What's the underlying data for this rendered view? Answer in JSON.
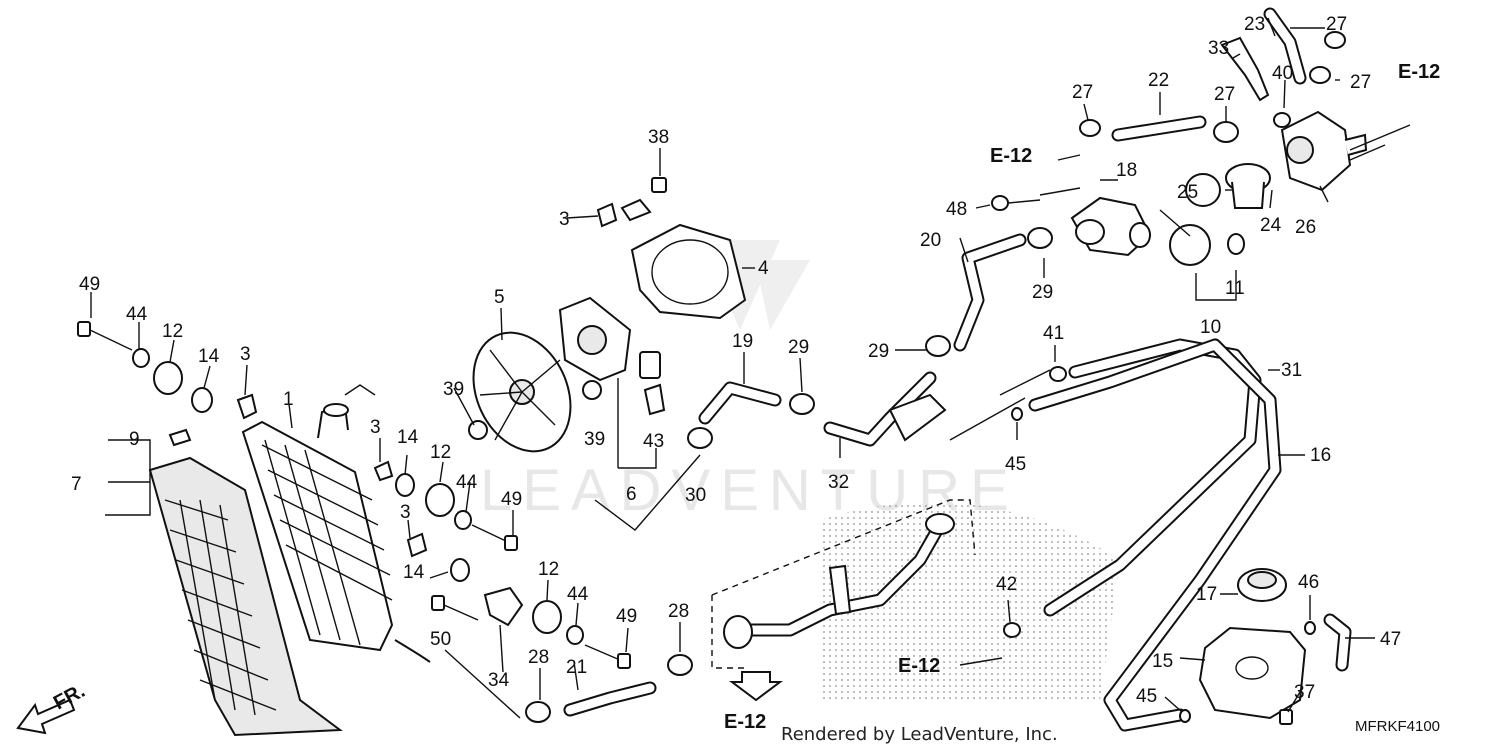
{
  "diagram": {
    "callouts": [
      "1",
      "3",
      "3",
      "3",
      "3",
      "4",
      "5",
      "6",
      "7",
      "9",
      "10",
      "11",
      "12",
      "12",
      "12",
      "14",
      "14",
      "14",
      "15",
      "16",
      "17",
      "18",
      "19",
      "20",
      "21",
      "22",
      "23",
      "24",
      "25",
      "26",
      "27",
      "27",
      "27",
      "27",
      "28",
      "28",
      "29",
      "29",
      "29",
      "30",
      "31",
      "32",
      "33",
      "34",
      "37",
      "38",
      "39",
      "39",
      "40",
      "41",
      "42",
      "43",
      "44",
      "44",
      "44",
      "45",
      "45",
      "46",
      "47",
      "48",
      "49",
      "49",
      "49",
      "50"
    ],
    "references": [
      "E-12",
      "E-12",
      "E-12",
      "E-12"
    ],
    "direction_label": "FR.",
    "diagram_code": "MFRKF4100",
    "footer": "Rendered by LeadVenture, Inc.",
    "watermark": "LEADVENTURE"
  }
}
